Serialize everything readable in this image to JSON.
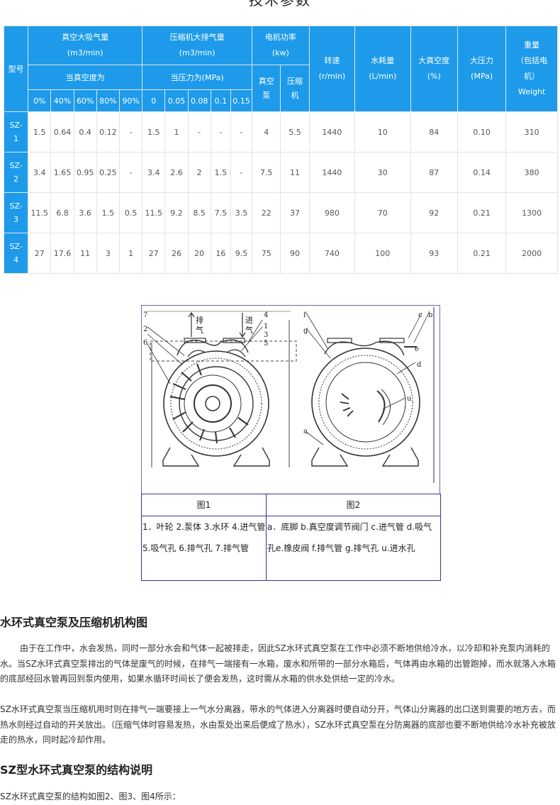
{
  "page_title": "技术参数",
  "spec_table": {
    "model_header": "型号",
    "suction": {
      "title": "真空大吸气量",
      "unit": "(m3/min)",
      "sub": "当真空度为",
      "cols": [
        "0%",
        "40%",
        "60%",
        "80%",
        "90%"
      ]
    },
    "exhaust": {
      "title": "压缩机大排气量",
      "unit": "(m3/min)",
      "sub": "当压力为(MPa)",
      "cols": [
        "0",
        "0.05",
        "0.08",
        "0.1",
        "0.15"
      ]
    },
    "power": {
      "title": "电机功率",
      "unit": "(kw)",
      "cols": [
        "真空泵",
        "压缩机"
      ]
    },
    "speed": {
      "title": "转速",
      "unit": "(r/min)"
    },
    "water": {
      "title": "水耗量",
      "unit": "(L/min)"
    },
    "vacuum": {
      "title": "大真空度",
      "unit": "(%)"
    },
    "pressure": {
      "title": "大压力",
      "unit": "(MPa)"
    },
    "weight": {
      "title": "重量",
      "line2": "（包括电",
      "line3": "机）",
      "line4": "Weight"
    },
    "rows": [
      {
        "model": "SZ-1",
        "suction": [
          "1.5",
          "0.64",
          "0.4",
          "0.12",
          "-"
        ],
        "exhaust": [
          "1.5",
          "1",
          "-",
          "-",
          "-"
        ],
        "power": [
          "4",
          "5.5"
        ],
        "speed": "1440",
        "water": "10",
        "vacuum": "84",
        "pressure": "0.10",
        "weight": "310"
      },
      {
        "model": "SZ-2",
        "suction": [
          "3.4",
          "1.65",
          "0.95",
          "0.25",
          "-"
        ],
        "exhaust": [
          "3.4",
          "2.6",
          "2",
          "1.5",
          "-"
        ],
        "power": [
          "7.5",
          "11"
        ],
        "speed": "1440",
        "water": "30",
        "vacuum": "87",
        "pressure": "0.14",
        "weight": "380"
      },
      {
        "model": "SZ-3",
        "suction": [
          "11.5",
          "6.8",
          "3.6",
          "1.5",
          "0.5"
        ],
        "exhaust": [
          "11.5",
          "9.2",
          "8.5",
          "7.5",
          "3.5"
        ],
        "power": [
          "22",
          "37"
        ],
        "speed": "980",
        "water": "70",
        "vacuum": "92",
        "pressure": "0.21",
        "weight": "1300"
      },
      {
        "model": "SZ-4",
        "suction": [
          "27",
          "17.6",
          "11",
          "3",
          "1"
        ],
        "exhaust": [
          "27",
          "26",
          "20",
          "16",
          "9.5"
        ],
        "power": [
          "75",
          "90"
        ],
        "speed": "740",
        "water": "100",
        "vacuum": "93",
        "pressure": "0.21",
        "weight": "2000"
      }
    ]
  },
  "figure": {
    "fig1_labels": {
      "n7": "7",
      "n2": "2",
      "n6": "6",
      "n4": "4",
      "n1": "1",
      "n3": "3",
      "n5": "5",
      "exhaust_1": "排",
      "exhaust_2": "气",
      "intake_1": "进",
      "intake_2": "气"
    },
    "fig2_labels": {
      "f": "f",
      "g": "g",
      "c": "c",
      "b": "b",
      "e": "e",
      "d": "d",
      "u": "u",
      "a": "a"
    },
    "caption1": "图1",
    "caption2": "图2",
    "desc1": "1．叶轮 2.泵体 3.水环 4.进气管5.吸气孔 6.排气孔 7.排气管",
    "desc2": "a．底脚 b.真空度调节阀门 c.进气管 d.吸气孔e.橡皮阀 f.排气管 g.排气孔 u.进水孔"
  },
  "article": {
    "h1": "水环式真空泵及压缩机机构图",
    "p1": "由于在工作中，水会发热，同时一部分水会和气体一起被排走，因此SZ水环式真空泵在工作中必须不断地供给冷水，以冷却和补充泵内消耗的水。当SZ水环式真空泵排出的气体是废气的时候，在排气一端接有一水箱，废水和所带的一部分水箱后，气体再由水箱的出管跑掉，而水就落入水箱的底部经回水管再回到泵内使用，如果水循环时间长了便会发热，这时需从水箱的供水处供给一定的冷水。",
    "p2": "SZ水环式真空泵当压缩机用时则在排气一端要接上一气水分离器，带水的气体进入分离器时便自动分开，气体山分离器的出口送到需要的地方去，而热水则经过自动的开关放出。（压缩气体时容易发热，水由泵处出来后便成了热水），SZ水环式真空泵在分防离器的底部也要不断地供给冷水补充被放走的热水，同时起冷却作用。",
    "h2": "SZ型水环式真空泵的结构说明",
    "p3": "SZ水环式真空泵的结构如图2、图3、图4所示："
  }
}
